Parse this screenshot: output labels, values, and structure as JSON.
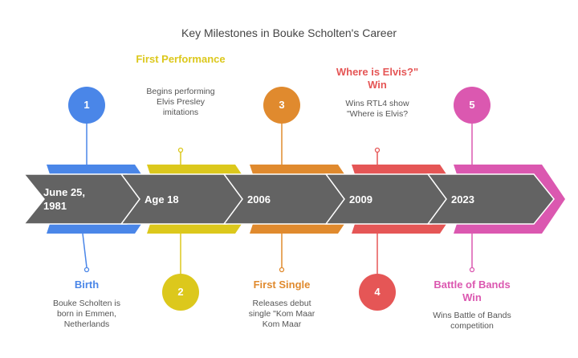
{
  "title": "Key Milestones in Bouke Scholten's Career",
  "colors": {
    "band": "#636363",
    "band_text": "#ffffff"
  },
  "milestones": [
    {
      "number": "1",
      "date_line1": "June 25,",
      "date_line2": "1981",
      "title": "Birth",
      "description": "Bouke Scholten is born in Emmen, Netherlands",
      "color": "#4a86e8",
      "label_position": "bottom"
    },
    {
      "number": "2",
      "date_line1": "Age 18",
      "date_line2": "",
      "title": "First Performance",
      "description": "Begins performing Elvis Presley imitations",
      "color": "#dcc81c",
      "label_position": "top"
    },
    {
      "number": "3",
      "date_line1": "2006",
      "date_line2": "",
      "title": "First Single",
      "description": "Releases debut single \"Kom Maar Kom Maar",
      "color": "#e08a2e",
      "label_position": "bottom"
    },
    {
      "number": "4",
      "date_line1": "2009",
      "date_line2": "",
      "title": "Where is Elvis?\" Win",
      "description": "Wins RTL4 show \"Where is Elvis?",
      "color": "#e55656",
      "label_position": "top"
    },
    {
      "number": "5",
      "date_line1": "2023",
      "date_line2": "",
      "title": "Battle of Bands Win",
      "description": "Wins Battle of Bands competition",
      "color": "#db58b0",
      "label_position": "bottom"
    }
  ]
}
